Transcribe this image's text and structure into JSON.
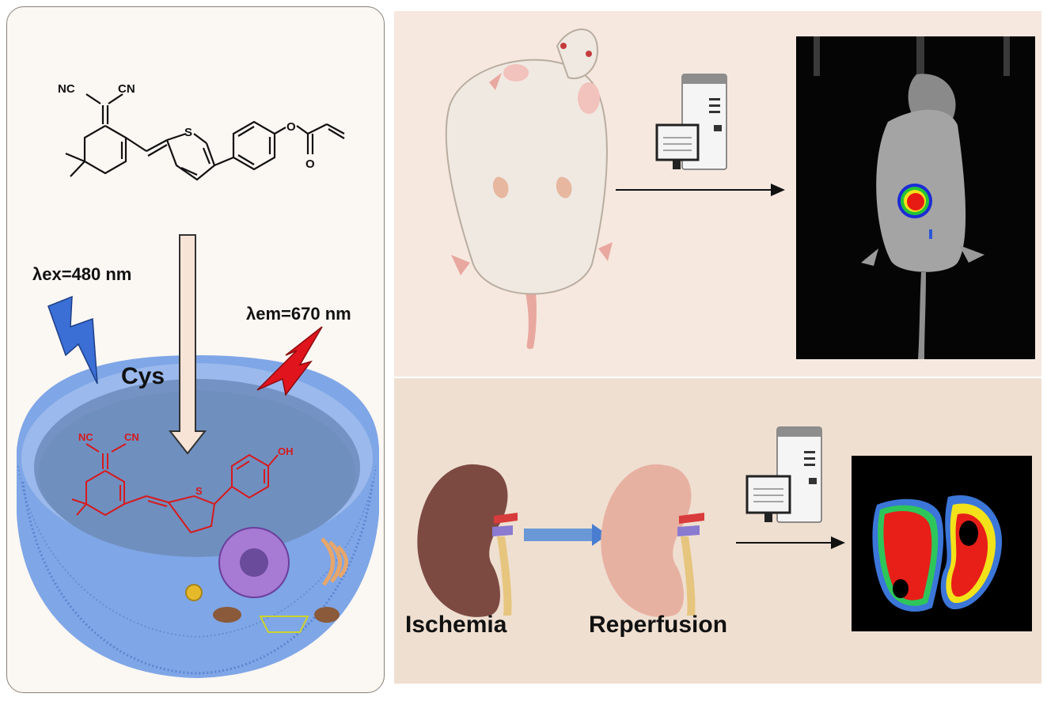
{
  "probe": {
    "nc_left": "NC",
    "cn_right": "CN",
    "sulfur": "S",
    "ester_o": "O",
    "carbonyl_o": "O"
  },
  "product": {
    "nc_left": "NC",
    "cn_right": "CN",
    "sulfur": "S",
    "hydroxyl": "OH"
  },
  "labels": {
    "excitation": "λex=480 nm",
    "emission": "λem=670 nm",
    "analyte": "Cys",
    "ischemia": "Ischemia",
    "reperfusion": "Reperfusion"
  },
  "colors": {
    "left_panel_bg": "#fbf7f3",
    "top_panel_bg": "#f6e8df",
    "bottom_panel_bg": "#efdfd1",
    "product_structure": "#d8191c",
    "excitation_bolt": "#3b6fd6",
    "emission_bolt": "#e0141c",
    "cell_membrane": "#7fa6e6"
  }
}
